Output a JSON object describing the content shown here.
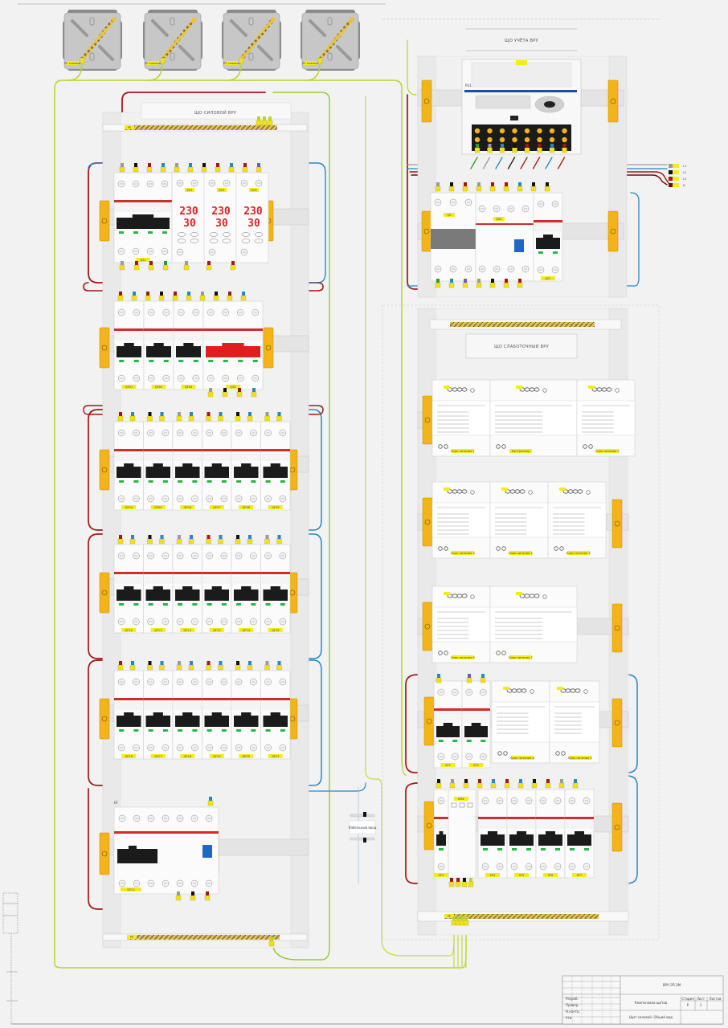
{
  "drawing": {
    "type": "electrical panel assembly diagram",
    "colors": {
      "phase_l1": "#8a5a3a",
      "phase_red": "#b51d1d",
      "phase_black": "#111111",
      "phase_grey": "#9a9a9a",
      "neutral": "#1f7fc0",
      "pe": "#b8d430",
      "din_clip": "#f2b417",
      "label_bg": "#f4ec1a",
      "breaker_handle": "#1b1b1b",
      "red_handle": "#e21d1d",
      "rcd_test": "#1e66c8",
      "background": "#f2f2f2"
    }
  },
  "junction_boxes": [
    {
      "label": "PE клемма"
    },
    {
      "label": "PE клемма"
    },
    {
      "label": "PE клемма"
    },
    {
      "label": "PE клемма"
    }
  ],
  "panels": {
    "power": {
      "title": "ЩО СИЛОВОЙ ВРУ",
      "pe_bus_label": "PE",
      "rows": [
        {
          "name": "row-1-input",
          "devices": [
            {
              "kind": "switch-4p",
              "label": "QS1"
            },
            {
              "kind": "voltage-relay",
              "display_voltage": "230",
              "display_current": "30",
              "label": "KV1"
            },
            {
              "kind": "voltage-relay",
              "display_voltage": "230",
              "display_current": "30",
              "label": "KV2"
            },
            {
              "kind": "voltage-relay",
              "display_voltage": "230",
              "display_current": "30",
              "label": "KV3"
            }
          ]
        },
        {
          "name": "row-2",
          "devices": [
            {
              "kind": "breaker-2p",
              "label": "QF01"
            },
            {
              "kind": "breaker-2p",
              "label": "QF02"
            },
            {
              "kind": "breaker-2p",
              "label": "QF03"
            },
            {
              "kind": "switch-4p-red",
              "label": "QS2"
            }
          ]
        },
        {
          "name": "row-3",
          "devices": [
            {
              "kind": "breaker-2p",
              "label": "QF04"
            },
            {
              "kind": "breaker-2p",
              "label": "QF05"
            },
            {
              "kind": "breaker-2p",
              "label": "QF06"
            },
            {
              "kind": "breaker-2p",
              "label": "QF07"
            },
            {
              "kind": "breaker-2p",
              "label": "QF08"
            },
            {
              "kind": "breaker-2p",
              "label": "QF09"
            }
          ]
        },
        {
          "name": "row-4",
          "devices": [
            {
              "kind": "breaker-2p",
              "label": "QF10"
            },
            {
              "kind": "breaker-2p",
              "label": "QF11"
            },
            {
              "kind": "breaker-2p",
              "label": "QF12"
            },
            {
              "kind": "breaker-2p",
              "label": "QF13"
            },
            {
              "kind": "breaker-2p",
              "label": "QF14"
            },
            {
              "kind": "breaker-2p",
              "label": "QF15"
            }
          ]
        },
        {
          "name": "row-5",
          "devices": [
            {
              "kind": "breaker-2p",
              "label": "QF16"
            },
            {
              "kind": "breaker-2p",
              "label": "QF17"
            },
            {
              "kind": "breaker-2p",
              "label": "QF18"
            },
            {
              "kind": "breaker-2p",
              "label": "QF19"
            },
            {
              "kind": "breaker-2p",
              "label": "QF20"
            },
            {
              "kind": "breaker-2p",
              "label": "QF21"
            }
          ]
        },
        {
          "name": "row-6-rcbo",
          "devices": [
            {
              "kind": "rcd-3p",
              "label": "QF22"
            }
          ]
        }
      ]
    },
    "metering": {
      "title": "ЩО УЧЁТА ВРУ",
      "meter_label": "PU1",
      "devices": [
        {
          "kind": "switch-3p",
          "label": "QS"
        },
        {
          "kind": "rcd-4p",
          "label": "QD1"
        },
        {
          "kind": "breaker-2p",
          "label": "QF1"
        }
      ],
      "outputs": [
        "L1",
        "L2",
        "L3",
        "N"
      ]
    },
    "lowcurrent": {
      "title": "ЩО СЛАБОТОЧНЫЙ ВРУ",
      "pe_bus_label": "PE",
      "rows": [
        {
          "name": "psu-row-1",
          "devices": [
            {
              "kind": "psu",
              "label": "Блок питания 1"
            },
            {
              "kind": "psu-wide",
              "label": "Контроллер"
            },
            {
              "kind": "psu",
              "label": "Блок питания 2"
            }
          ]
        },
        {
          "name": "psu-row-2",
          "devices": [
            {
              "kind": "psu",
              "label": "Блок питания 3"
            },
            {
              "kind": "psu",
              "label": "Блок питания 4"
            },
            {
              "kind": "psu",
              "label": "Блок питания 5"
            }
          ]
        },
        {
          "name": "psu-row-3",
          "devices": [
            {
              "kind": "psu",
              "label": "Блок питания 6"
            },
            {
              "kind": "psu-wide",
              "label": "Блок питания 7"
            }
          ]
        },
        {
          "name": "mixed-row",
          "devices": [
            {
              "kind": "breaker-2p",
              "label": "SF1"
            },
            {
              "kind": "breaker-2p",
              "label": "SF2"
            },
            {
              "kind": "psu",
              "label": "Блок питания 8"
            },
            {
              "kind": "psu",
              "label": "Блок питания 9"
            }
          ]
        },
        {
          "name": "breaker-row",
          "devices": [
            {
              "kind": "breaker-1p",
              "label": "SF3"
            },
            {
              "kind": "contactor",
              "label": "KM1"
            },
            {
              "kind": "breaker-2p",
              "label": "SF4"
            },
            {
              "kind": "breaker-2p",
              "label": "SF5"
            },
            {
              "kind": "breaker-2p",
              "label": "SF6"
            },
            {
              "kind": "breaker-2p",
              "label": "SF7"
            }
          ]
        }
      ]
    }
  },
  "cable_gland": {
    "label": "Кабельный ввод"
  },
  "title_block": {
    "code": "ВРУ-ЭП.ЭМ",
    "sheet_title": "Щит силовой. Общий вид",
    "drawing_name": "Компоновка щитов",
    "stage_label": "Стадия",
    "sheet_label": "Лист",
    "sheets_label": "Листов",
    "stage": "Р",
    "sheet": "1",
    "rows": [
      "Разраб.",
      "Провер.",
      "Н.контр.",
      "Утв."
    ]
  }
}
